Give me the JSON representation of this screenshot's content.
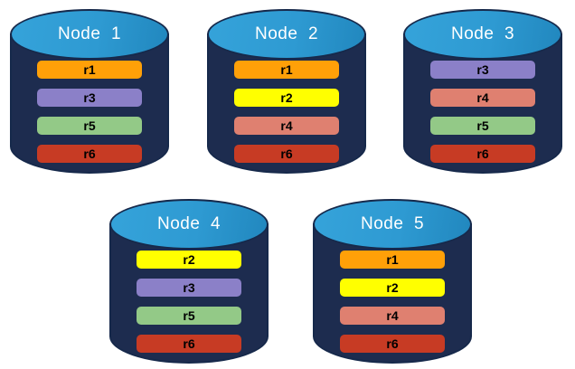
{
  "diagram": {
    "description_colors": {
      "background": "#FFFFFF",
      "cylinder_body": "#1D2C4F",
      "cylinder_top": "#2E9AD2",
      "cylinder_outline": "#16294B",
      "title_text": "#FFFFFF",
      "replica_label_text": "#000000"
    },
    "replica_palette": {
      "r1": "#FFA008",
      "r2": "#FFFF00",
      "r3": "#8B80C8",
      "r4": "#DF8070",
      "r5": "#93C987",
      "r6": "#C73B24"
    },
    "nodes": [
      {
        "title": "Node  1",
        "replicas": [
          {
            "label": "r1",
            "color": "#FFA008"
          },
          {
            "label": "r3",
            "color": "#8B80C8"
          },
          {
            "label": "r5",
            "color": "#93C987"
          },
          {
            "label": "r6",
            "color": "#C73B24"
          }
        ]
      },
      {
        "title": "Node  2",
        "replicas": [
          {
            "label": "r1",
            "color": "#FFA008"
          },
          {
            "label": "r2",
            "color": "#FFFF00"
          },
          {
            "label": "r4",
            "color": "#DF8070"
          },
          {
            "label": "r6",
            "color": "#C73B24"
          }
        ]
      },
      {
        "title": "Node  3",
        "replicas": [
          {
            "label": "r3",
            "color": "#8B80C8"
          },
          {
            "label": "r4",
            "color": "#DF8070"
          },
          {
            "label": "r5",
            "color": "#93C987"
          },
          {
            "label": "r6",
            "color": "#C73B24"
          }
        ]
      },
      {
        "title": "Node  4",
        "replicas": [
          {
            "label": "r2",
            "color": "#FFFF00"
          },
          {
            "label": "r3",
            "color": "#8B80C8"
          },
          {
            "label": "r5",
            "color": "#93C987"
          },
          {
            "label": "r6",
            "color": "#C73B24"
          }
        ]
      },
      {
        "title": "Node  5",
        "replicas": [
          {
            "label": "r1",
            "color": "#FFA008"
          },
          {
            "label": "r2",
            "color": "#FFFF00"
          },
          {
            "label": "r4",
            "color": "#DF8070"
          },
          {
            "label": "r6",
            "color": "#C73B24"
          }
        ]
      }
    ]
  }
}
